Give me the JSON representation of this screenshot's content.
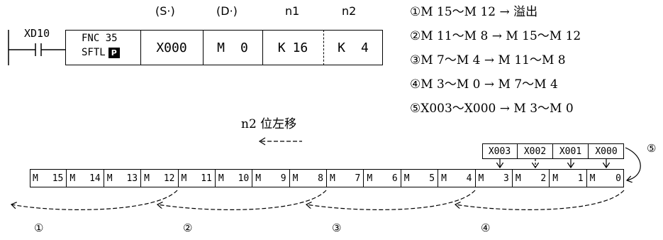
{
  "headers": {
    "s": "(S·)",
    "d": "(D·)",
    "n1": "n1",
    "n2": "n2"
  },
  "contact": {
    "name": "XD10"
  },
  "instruction": {
    "fnc": "FNC 35",
    "mnemonic": "SFTL",
    "p_mark": "P",
    "s": "X000",
    "d_prefix": "M",
    "d_value": "0",
    "n1_prefix": "K",
    "n1_value": "16",
    "n2_prefix": "K",
    "n2_value": "4"
  },
  "sequence": [
    "①M 15～M 12 → 溢出",
    "②M 11～M  8 → M 15～M 12",
    "③M  7～M  4 → M 11～M  8",
    "④M  3～M  0 → M  7～M  4",
    "⑤X003～X000 → M  3～M  0"
  ],
  "shift_label": "n2 位左移",
  "inputs": [
    "X003",
    "X002",
    "X001",
    "X000"
  ],
  "input_step": "⑤",
  "registers": [
    {
      "p": "M",
      "n": "15"
    },
    {
      "p": "M",
      "n": "14"
    },
    {
      "p": "M",
      "n": "13"
    },
    {
      "p": "M",
      "n": "12"
    },
    {
      "p": "M",
      "n": "11"
    },
    {
      "p": "M",
      "n": "10"
    },
    {
      "p": "M",
      "n": "9"
    },
    {
      "p": "M",
      "n": "8"
    },
    {
      "p": "M",
      "n": "7"
    },
    {
      "p": "M",
      "n": "6"
    },
    {
      "p": "M",
      "n": "5"
    },
    {
      "p": "M",
      "n": "4"
    },
    {
      "p": "M",
      "n": "3"
    },
    {
      "p": "M",
      "n": "2"
    },
    {
      "p": "M",
      "n": "1"
    },
    {
      "p": "M",
      "n": "0"
    }
  ],
  "step_labels": [
    "①",
    "②",
    "③",
    "④"
  ]
}
